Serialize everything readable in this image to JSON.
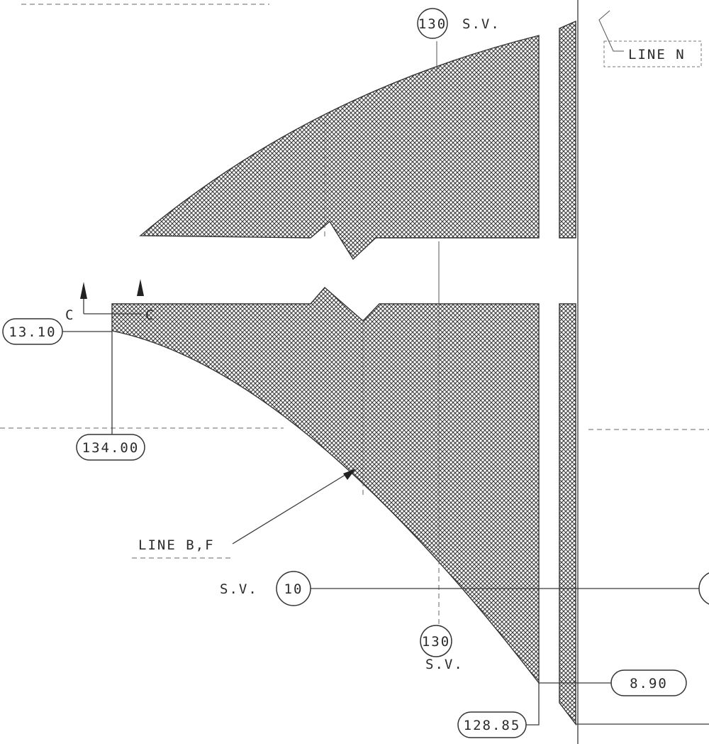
{
  "labels": {
    "sv_130_top": "130",
    "sv_top_text": "S.V.",
    "line_n": "LINE N",
    "section_c_left": "C",
    "section_c_right": "C",
    "dim_13_10": "13.10",
    "dim_134_00": "134.00",
    "line_bf": "LINE B,F",
    "sv_10_text": "S.V.",
    "sv_10": "10",
    "sv_130_bottom": "130",
    "sv_bottom_text": "S.V.",
    "dim_8_90": "8.90",
    "dim_128_85": "128.85"
  },
  "colors": {
    "ink": "#333333",
    "hatch": "#3a3a3a"
  }
}
